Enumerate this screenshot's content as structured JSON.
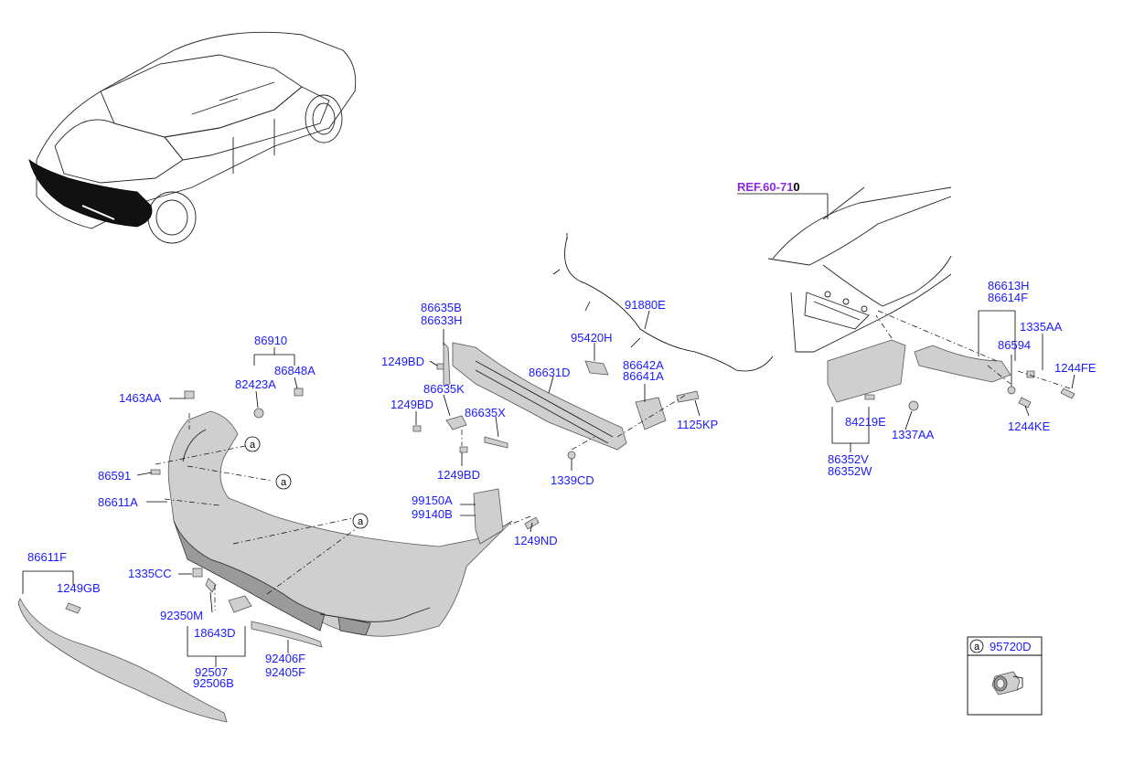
{
  "diagram": {
    "reference": {
      "label": "REF.60-71",
      "suffix": "0"
    },
    "callout_marker": "a",
    "inset": {
      "marker": "a",
      "part_no": "95720D"
    },
    "labels": [
      "86910",
      "82423A",
      "86848A",
      "1463AA",
      "86591",
      "86611A",
      "86611F",
      "1249GB",
      "1335CC",
      "92350M",
      "18643D",
      "92507",
      "92506B",
      "92406F",
      "92405F",
      "99150A",
      "99140B",
      "1249ND",
      "86635B",
      "86633H",
      "1249BD",
      "86635K",
      "1249BD",
      "86635X",
      "1249BD",
      "86631D",
      "1339CD",
      "95420H",
      "91880E",
      "86642A",
      "86641A",
      "1125KP",
      "84219E",
      "1337AA",
      "86352V",
      "86352W",
      "86613H",
      "86614F",
      "1335AA",
      "86594",
      "1244FE",
      "1244KE"
    ]
  }
}
